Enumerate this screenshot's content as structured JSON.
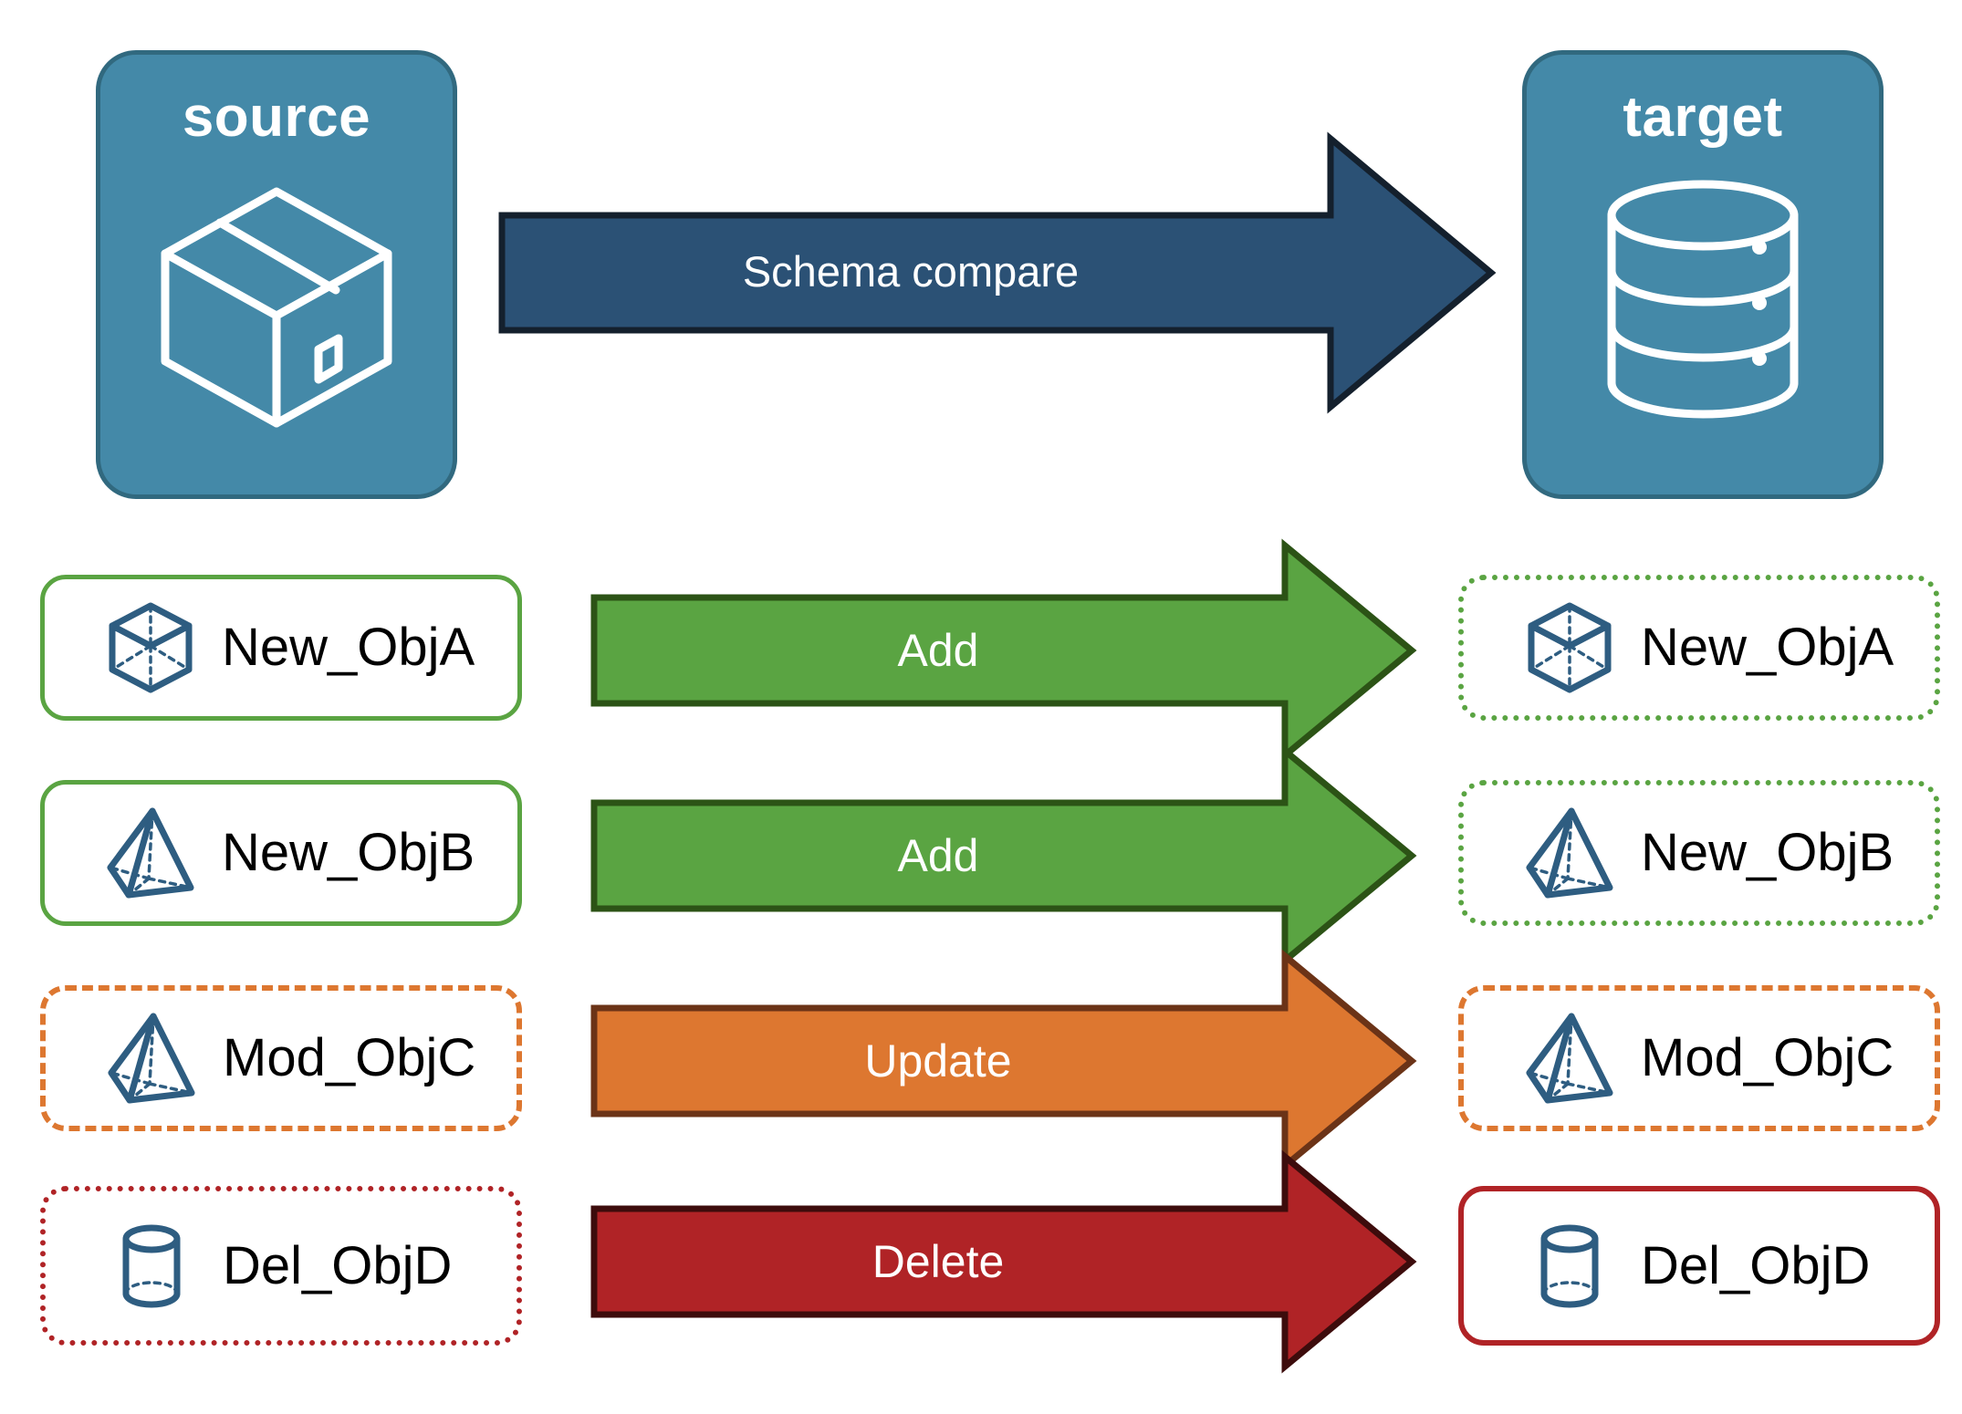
{
  "endpoints": {
    "source": {
      "title": "source",
      "icon": "package-box-icon",
      "fill": "#4489A8",
      "stroke": "#31697F"
    },
    "target": {
      "title": "target",
      "icon": "database-cylinder-icon",
      "fill": "#4489A8",
      "stroke": "#31697F"
    }
  },
  "main_arrow": {
    "label": "Schema compare",
    "fill": "#2B5175",
    "stroke": "#14202D",
    "text_color": "#FFFFFF",
    "direction": "right"
  },
  "rows": [
    {
      "action": "Add",
      "arrow_fill": "#5AA442",
      "arrow_stroke": "#2C5316",
      "source": {
        "label": "New_ObjA",
        "icon": "wireframe-cube-icon",
        "border_style": "solid",
        "border_color": "#5AA442"
      },
      "target": {
        "label": "New_ObjA",
        "icon": "wireframe-cube-icon",
        "border_style": "dotted",
        "border_color": "#5AA442"
      }
    },
    {
      "action": "Add",
      "arrow_fill": "#5AA442",
      "arrow_stroke": "#2C5316",
      "source": {
        "label": "New_ObjB",
        "icon": "wireframe-pyramid-icon",
        "border_style": "solid",
        "border_color": "#5AA442"
      },
      "target": {
        "label": "New_ObjB",
        "icon": "wireframe-pyramid-icon",
        "border_style": "dotted",
        "border_color": "#5AA442"
      }
    },
    {
      "action": "Update",
      "arrow_fill": "#DD7730",
      "arrow_stroke": "#6B3317",
      "source": {
        "label": "Mod_ObjC",
        "icon": "wireframe-pyramid-icon",
        "border_style": "dashed",
        "border_color": "#DD7730"
      },
      "target": {
        "label": "Mod_ObjC",
        "icon": "wireframe-pyramid-icon",
        "border_style": "dashed",
        "border_color": "#DD7730"
      }
    },
    {
      "action": "Delete",
      "arrow_fill": "#B02326",
      "arrow_stroke": "#3D0C0C",
      "source": {
        "label": "Del_ObjD",
        "icon": "wireframe-cylinder-icon",
        "border_style": "dotted",
        "border_color": "#B02326"
      },
      "target": {
        "label": "Del_ObjD",
        "icon": "wireframe-cylinder-icon",
        "border_style": "solid",
        "border_color": "#B02326"
      }
    }
  ],
  "palette": {
    "object_icon_color": "#2E5D81",
    "background": "#FFFFFF",
    "label_color": "#000000"
  }
}
